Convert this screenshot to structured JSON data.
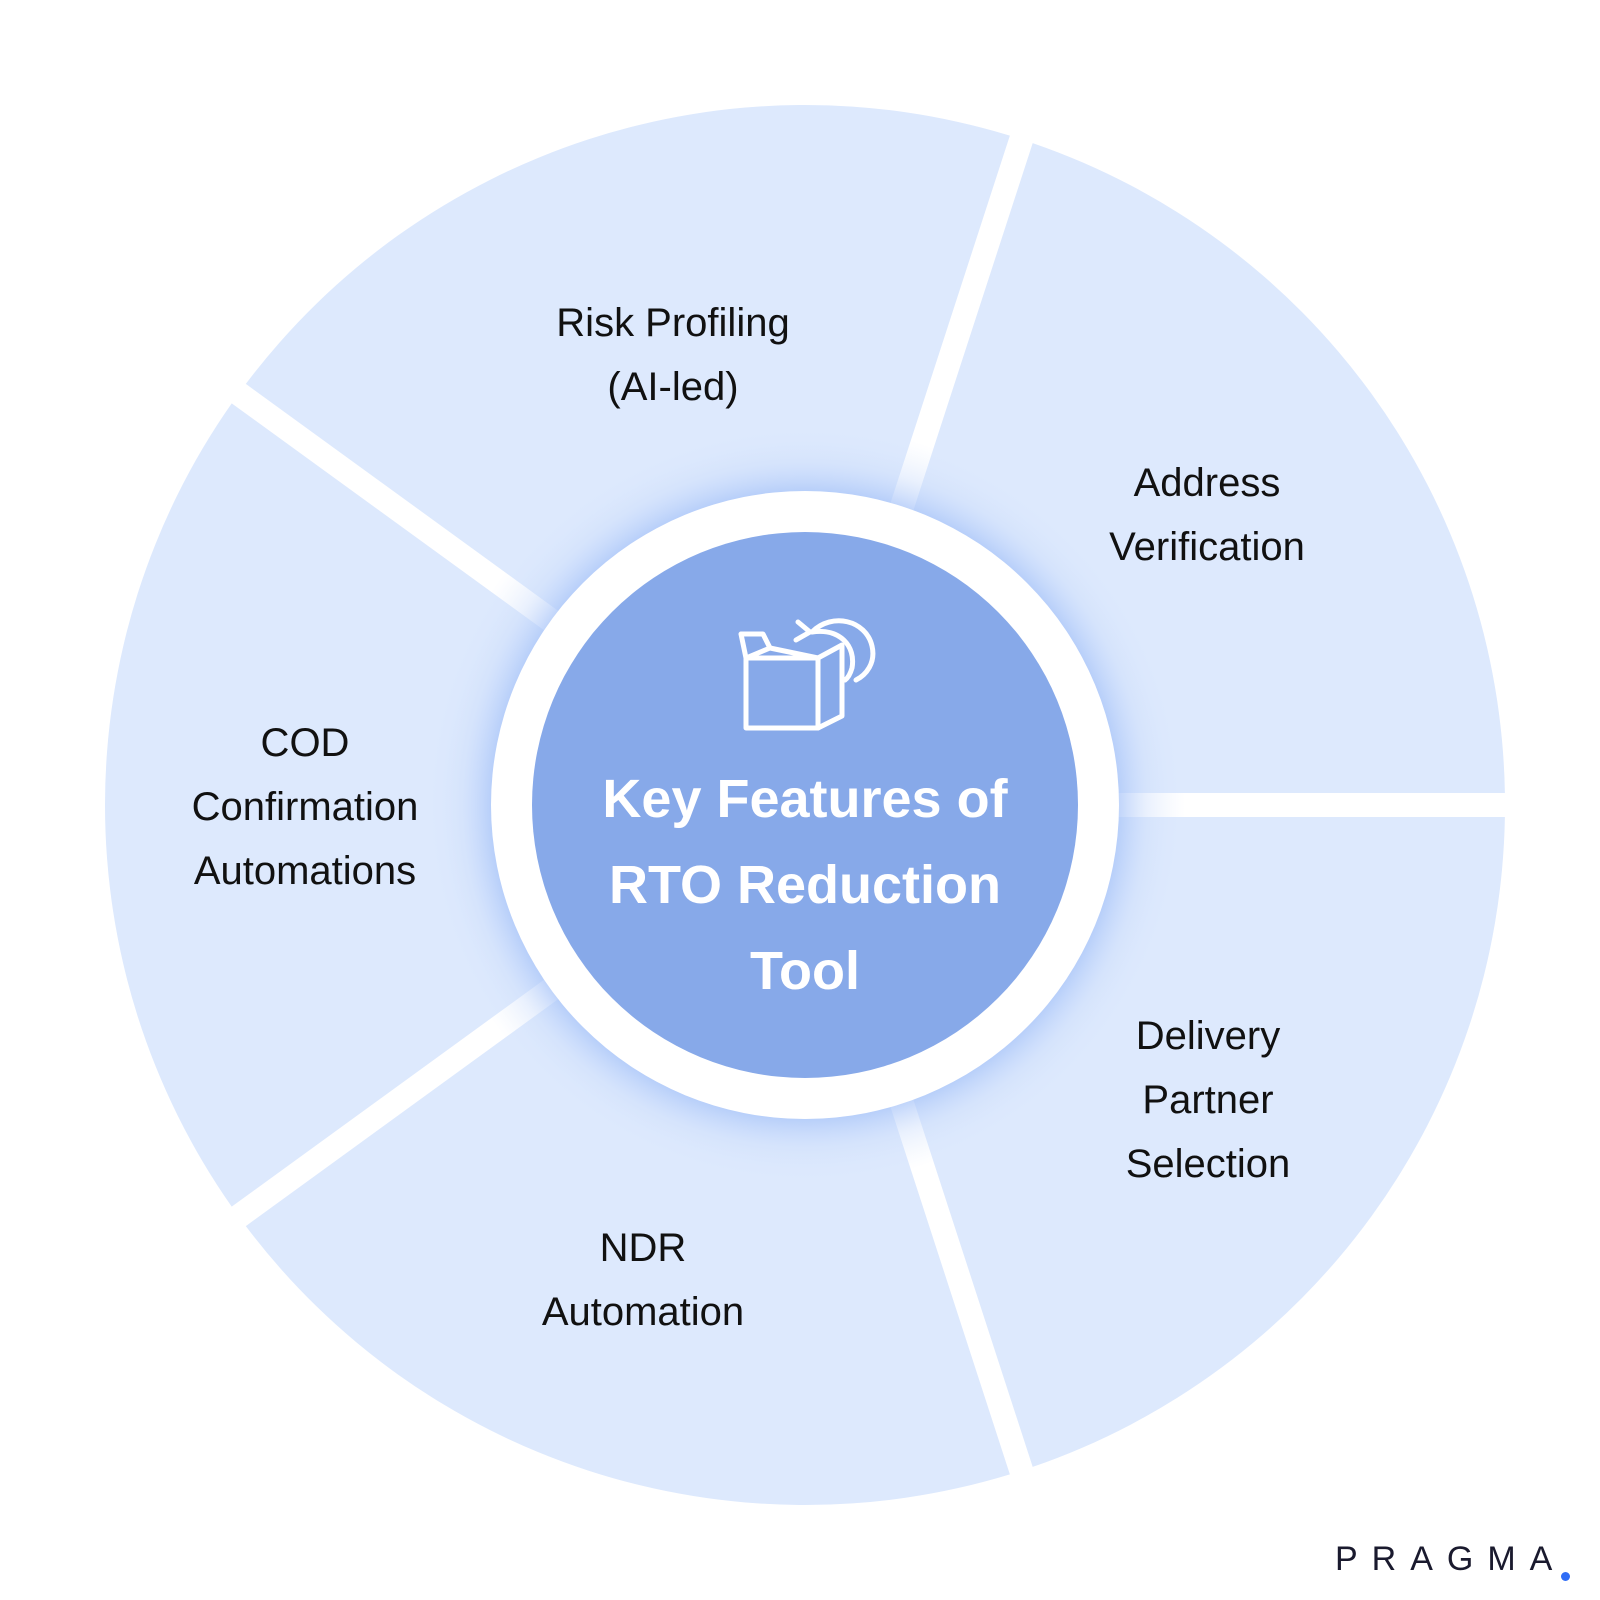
{
  "diagram": {
    "center": {
      "title_lines": [
        "Key Features of",
        "RTO Reduction",
        "Tool"
      ],
      "icon": "box-return-icon"
    },
    "segments": [
      {
        "lines": [
          "Risk Profiling",
          "(AI-led)"
        ]
      },
      {
        "lines": [
          "Address",
          "Verification"
        ]
      },
      {
        "lines": [
          "Delivery",
          "Partner",
          "Selection"
        ]
      },
      {
        "lines": [
          "NDR",
          "Automation"
        ]
      },
      {
        "lines": [
          "COD",
          "Confirmation",
          "Automations"
        ]
      }
    ]
  },
  "brand": {
    "name": "PRAGMA",
    "dot_color": "#2f6df6"
  },
  "colors": {
    "segment_fill": "#dde9fd",
    "center_fill": "#87a9e9",
    "glow": "#7ea7f7",
    "background": "#ffffff"
  }
}
